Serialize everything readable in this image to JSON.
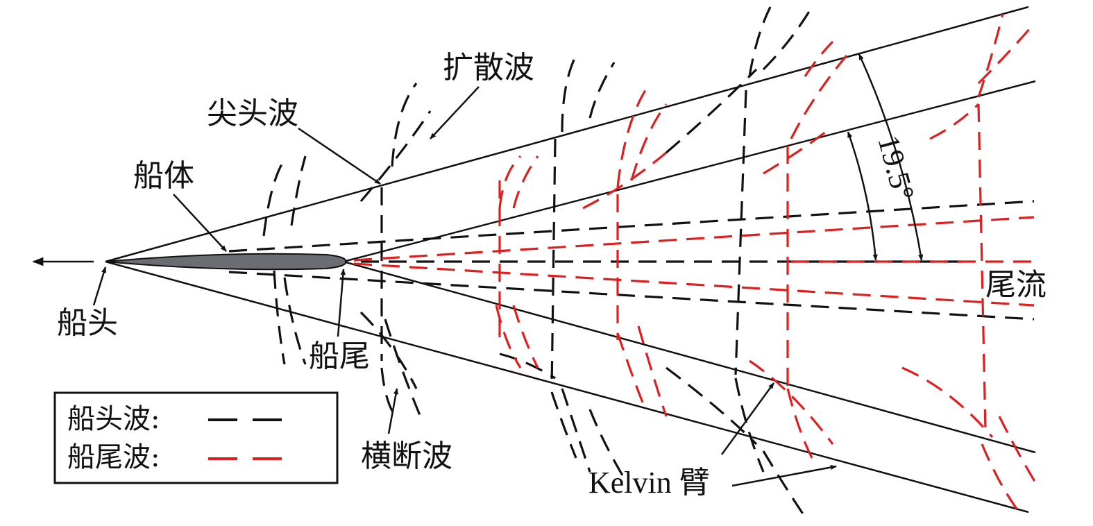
{
  "labels": {
    "diffraction_wave": "扩散波",
    "cusp_wave": "尖头波",
    "hull": "船体",
    "bow": "船头",
    "stern": "船尾",
    "transverse_wave": "横断波",
    "kelvin_arm": "Kelvin 臂",
    "wake": "尾流",
    "angle": "19.5°"
  },
  "legend": {
    "bow_wave": "船头波:",
    "stern_wave": "船尾波:"
  },
  "colors": {
    "bow_wave": "#111111",
    "stern_wave": "#e01e1e",
    "hull_fill": "#6b6d72"
  }
}
